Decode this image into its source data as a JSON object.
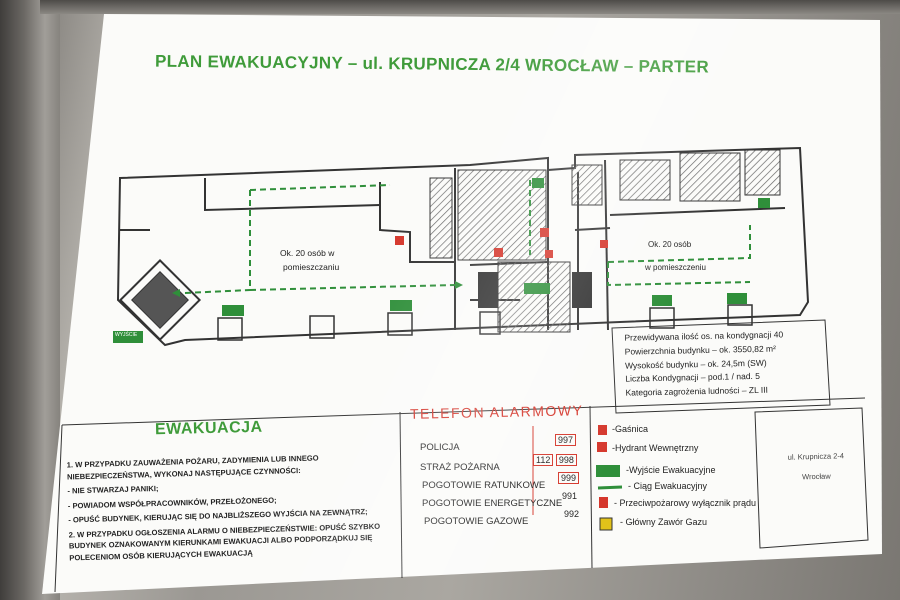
{
  "title": "PLAN EWAKUACYJNY – ul. KRUPNICZA 2/4 WROCŁAW – PARTER",
  "rooms": {
    "left_occupancy_line1": "Ok. 20 osób w",
    "left_occupancy_line2": "pomieszczaniu",
    "right_occupancy_line1": "Ok. 20 osób",
    "right_occupancy_line2": "w pomieszczeniu"
  },
  "exit_sign": "WYJŚCIE",
  "building_info": [
    "Przewidywana ilość os. na kondygnacji 40",
    "Powierzchnia budynku – ok. 3550,82 m²",
    "Wysokość budynku – ok. 24,5m (SW)",
    "Liczba Kondygnacji – pod.1 / nad. 5",
    "Kategoria zagrożenia ludności – ZL III"
  ],
  "evacuation": {
    "heading": "EWAKUACJA",
    "instructions": [
      "1. W PRZYPADKU ZAUWAŻENIA POŻARU, ZADYMIENIA LUB INNEGO NIEBEZPIECZEŃSTWA, WYKONAJ NASTĘPUJĄCE CZYNNOŚCI:",
      "- NIE STWARZAJ PANIKI;",
      "- POWIADOM WSPÓŁPRACOWNIKÓW, PRZEŁOŻONEGO;",
      "- OPUŚĆ BUDYNEK, KIERUJĄC SIĘ DO NAJBLIŻSZEGO WYJŚCIA NA ZEWNĄTRZ;",
      "2. W PRZYPADKU OGŁOSZENIA ALARMU O NIEBEZPIECZEŃSTWIE: OPUŚĆ SZYBKO BUDYNEK OZNAKOWANYM KIERUNKAMI EWAKUACJI ALBO PODPORZĄDKUJ SIĘ POLECENIOM OSÓB KIERUJĄCYCH EWAKUACJĄ"
    ]
  },
  "phones": {
    "heading": "TELEFON ALARMOWY",
    "entries": [
      {
        "name": "POLICJA",
        "number": "997"
      },
      {
        "name": "STRAŻ POŻARNA",
        "extra": "112",
        "number": "998"
      },
      {
        "name": "POGOTOWIE RATUNKOWE",
        "number": "999"
      },
      {
        "name": "POGOTOWIE ENERGETYCZNE",
        "number": "991"
      },
      {
        "name": "POGOTOWIE GAZOWE",
        "number": "992"
      }
    ]
  },
  "legend": [
    {
      "label": "-Gaśnica"
    },
    {
      "label": "-Hydrant Wewnętrzny"
    },
    {
      "label": "-Wyjście Ewakuacyjne"
    },
    {
      "label": "- Ciąg Ewakuacyjny"
    },
    {
      "label": "- Przeciwpożarowy wyłącznik prądu"
    },
    {
      "label": "- Główny Zawór Gazu"
    }
  ],
  "address_box": {
    "line1": "ul. Krupnicza 2-4",
    "line2": "Wrocław"
  },
  "colors": {
    "title_green": "#3f9b3a",
    "alarm_red": "#d5372c",
    "exit_green": "#2f8f3a"
  }
}
